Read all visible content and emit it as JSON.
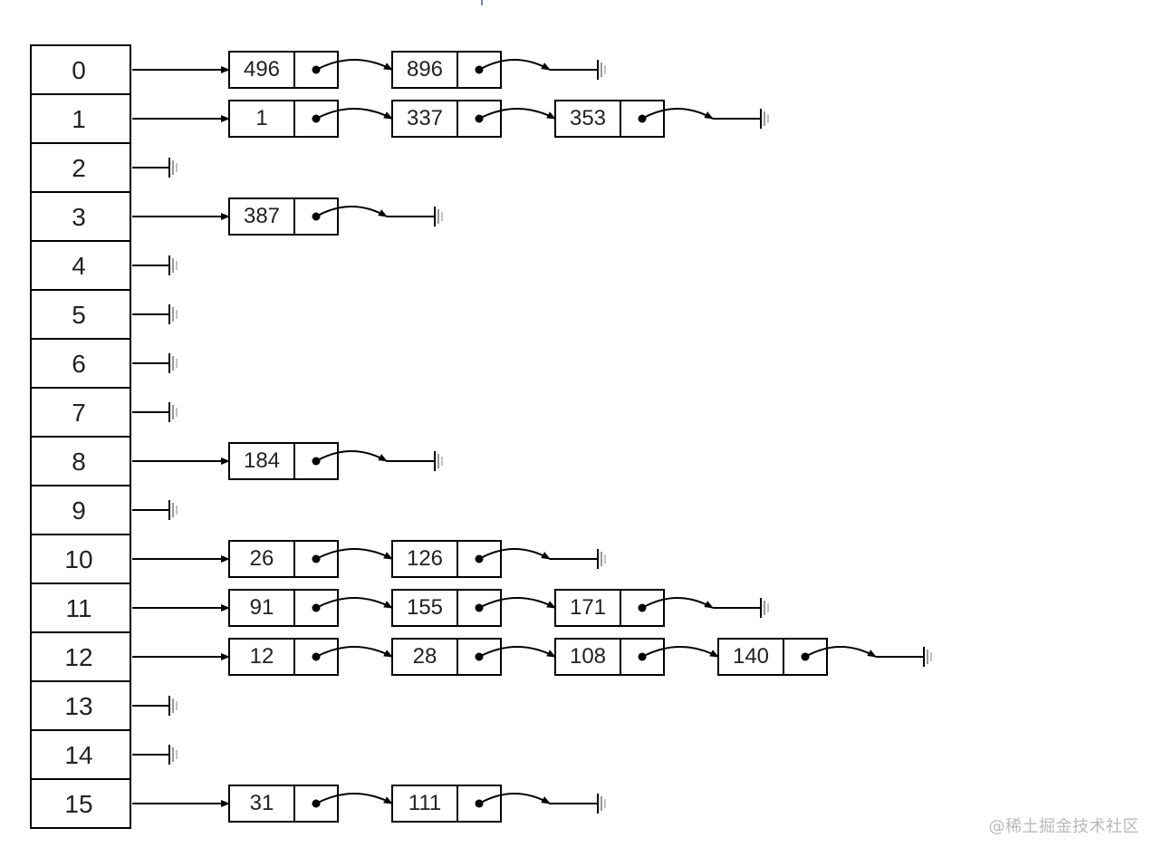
{
  "buckets": [
    {
      "index": "0",
      "nodes": [
        "496",
        "896"
      ]
    },
    {
      "index": "1",
      "nodes": [
        "1",
        "337",
        "353"
      ]
    },
    {
      "index": "2",
      "nodes": []
    },
    {
      "index": "3",
      "nodes": [
        "387"
      ]
    },
    {
      "index": "4",
      "nodes": []
    },
    {
      "index": "5",
      "nodes": []
    },
    {
      "index": "6",
      "nodes": []
    },
    {
      "index": "7",
      "nodes": []
    },
    {
      "index": "8",
      "nodes": [
        "184"
      ]
    },
    {
      "index": "9",
      "nodes": []
    },
    {
      "index": "10",
      "nodes": [
        "26",
        "126"
      ]
    },
    {
      "index": "11",
      "nodes": [
        "91",
        "155",
        "171"
      ]
    },
    {
      "index": "12",
      "nodes": [
        "12",
        "28",
        "108",
        "140"
      ]
    },
    {
      "index": "13",
      "nodes": []
    },
    {
      "index": "14",
      "nodes": []
    },
    {
      "index": "15",
      "nodes": [
        "31",
        "111"
      ]
    }
  ],
  "watermark": "@稀土掘金技术社区",
  "colors": {
    "line": "#000000",
    "ground": "#777777",
    "text": "#222222"
  }
}
